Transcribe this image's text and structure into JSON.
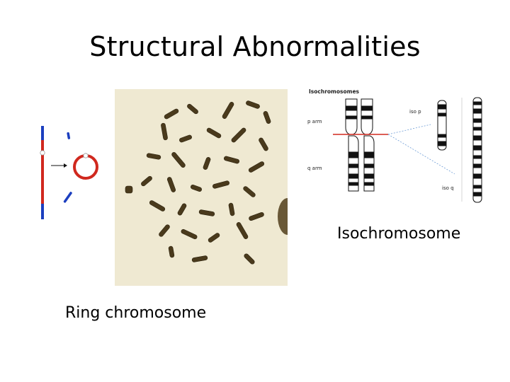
{
  "slide": {
    "title": "Structural Abnormalities"
  },
  "captions": {
    "ring": "Ring chromosome",
    "iso": "Isochromosome"
  },
  "iso_diagram": {
    "title": "Isochromosomes",
    "p_arm": "p arm",
    "q_arm": "q arm",
    "iso_p": "iso p",
    "iso_q": "iso q"
  },
  "colors": {
    "chromosome_red": "#d0281e",
    "chromosome_blue": "#1c3fbf",
    "karyotype_bg": "#efe9d2",
    "chromosome_dark": "#4a3a1c"
  }
}
